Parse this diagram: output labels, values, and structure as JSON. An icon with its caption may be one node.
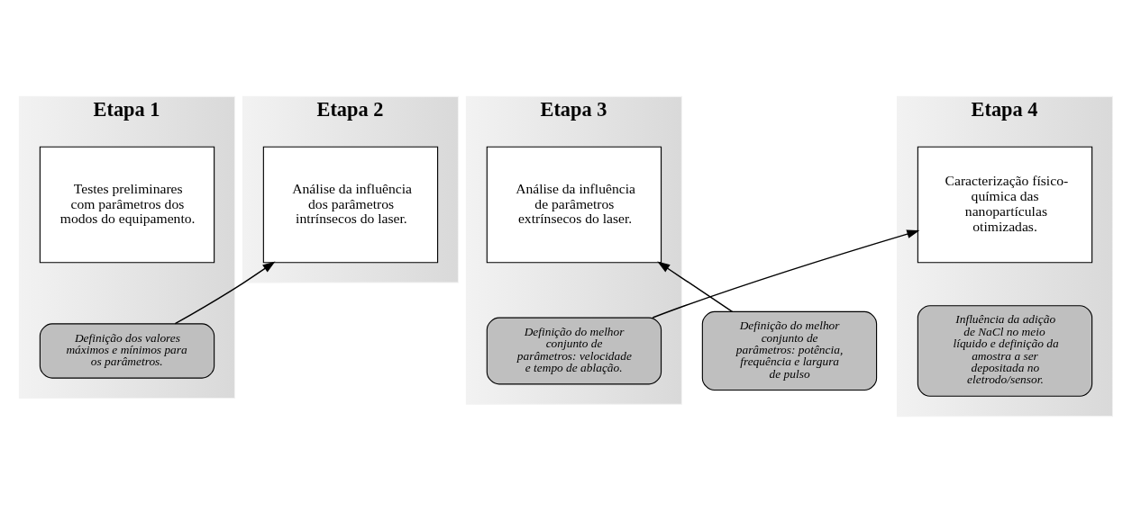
{
  "diagram": {
    "nodes": [
      {
        "text": [
          "Etapa 1"
        ]
      },
      {
        "text": [
          "Testes preliminares com parâmetros dos modos do equipamento."
        ],
        "in": 0
      },
      {
        "text": [
          "Definição dos valores máximos e mínimos para os parâmetros."
        ],
        "in": 0
      },
      {
        "text": [
          "Etapa 2"
        ]
      },
      {
        "text": [
          "Análise da influência dos parâmetros intrínsecos do laser."
        ],
        "in": 3
      },
      {
        "text": [
          "Definição do melhor conjunto de parâmetros: potência, frequência e largura de pulso"
        ]
      },
      {
        "text": [
          "Etapa 3"
        ]
      },
      {
        "text": [
          "Análise da influência de parâmetros extrínsecos do laser."
        ],
        "in": 6
      },
      {
        "text": [
          "Definição do melhor conjunto de parâmetros: velocidade e tempo de ablação."
        ],
        "in": 6
      },
      {
        "text": [
          "Etapa 4"
        ]
      },
      {
        "text": [
          "Caracterização físico-química das nanopartículas otimizadas."
        ],
        "in": 9
      },
      {
        "text": [
          "Influência da adição de NaCl no meio líquido e definição da amostra a ser depositada no eletrodo/sensor."
        ],
        "in": 9
      }
    ],
    "edges": [
      {
        "from": 2,
        "to": 4,
        "arrow": "to"
      },
      {
        "from": 5,
        "to": 7,
        "arrow": "to"
      },
      {
        "from": 8,
        "to": 10,
        "arrow": "to"
      }
    ]
  }
}
